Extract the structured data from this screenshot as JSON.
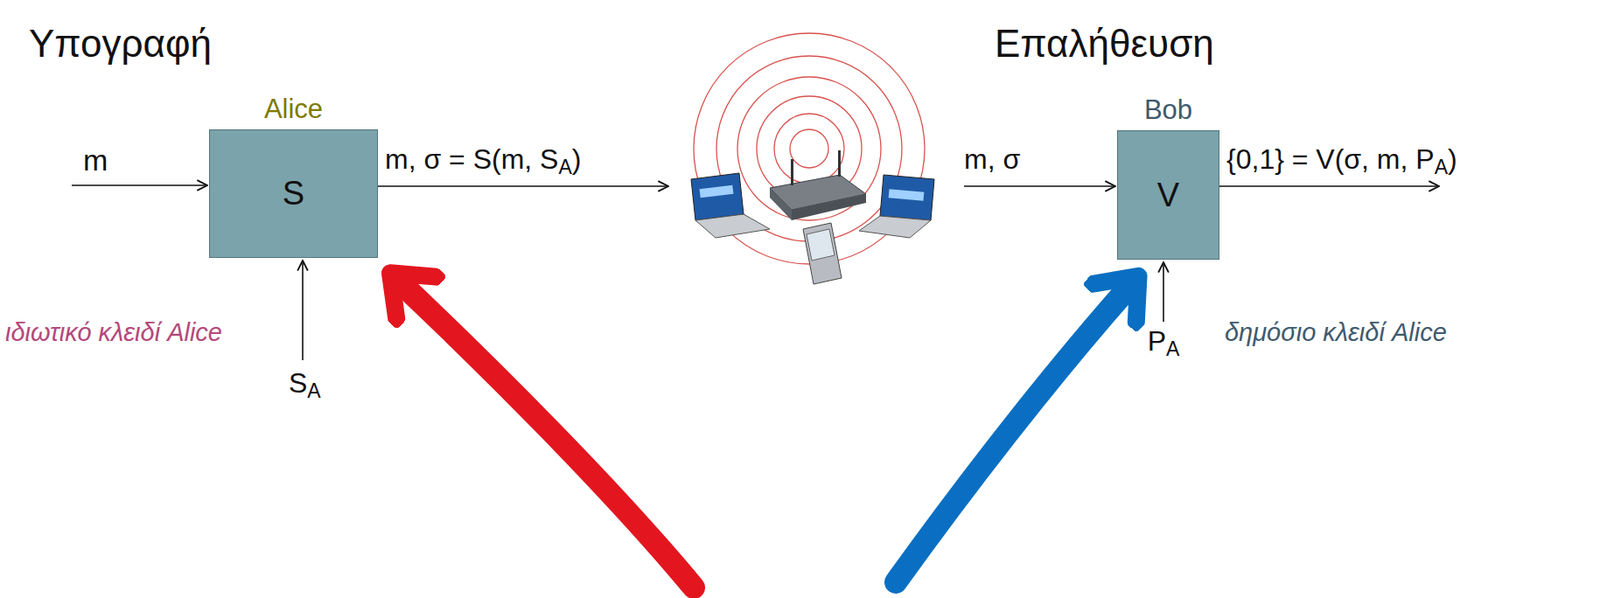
{
  "diagram": {
    "nodes": [
      {
        "text": [
          "Alice",
          "S"
        ]
      },
      {
        "text": [
          "Bob",
          "V"
        ]
      }
    ],
    "labels": [
      "Υπογραφή",
      "Επαλήθευση",
      "m",
      "m, σ = S(m, SA)",
      "m, σ",
      "{0,1} = V(σ, m, PA)",
      "ιδιωτικό κλειδί Alice",
      "SA",
      "PA",
      "δημόσιο κλειδί Alice"
    ]
  }
}
